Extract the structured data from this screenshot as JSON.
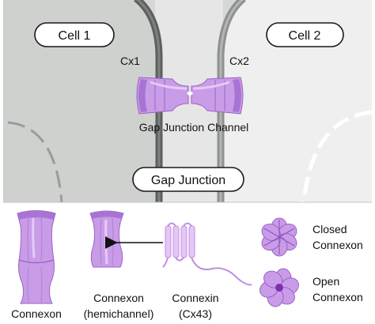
{
  "top_panel": {
    "cell1_label": "Cell 1",
    "cell2_label": "Cell 2",
    "cx1_label": "Cx1",
    "cx2_label": "Cx2",
    "channel_label": "Gap Junction Channel",
    "junction_label": "Gap Junction"
  },
  "legend": {
    "connexon_label": "Connexon",
    "hemichannel_line1": "Connexon",
    "hemichannel_line2": "(hemichannel)",
    "connexin_line1": "Connexin",
    "connexin_line2": "(Cx43)",
    "closed_line1": "Closed",
    "closed_line2": "Connexon",
    "open_line1": "Open",
    "open_line2": "Connexon"
  },
  "colors": {
    "panel_bg": "#dedede",
    "cell1_fill": "#d2d4d2",
    "cell2_fill": "#ececec",
    "membrane_dark": "#5a5e5d",
    "membrane_mid": "#8c908f",
    "connexin_main": "#c79be6",
    "connexin_light": "#e0c3f3",
    "connexin_dark": "#9a62c6"
  },
  "icons": [
    "connexon-icon",
    "hemichannel-icon",
    "connexin-helix-icon",
    "closed-connexon-icon",
    "open-connexon-icon",
    "arrow-left-icon"
  ]
}
